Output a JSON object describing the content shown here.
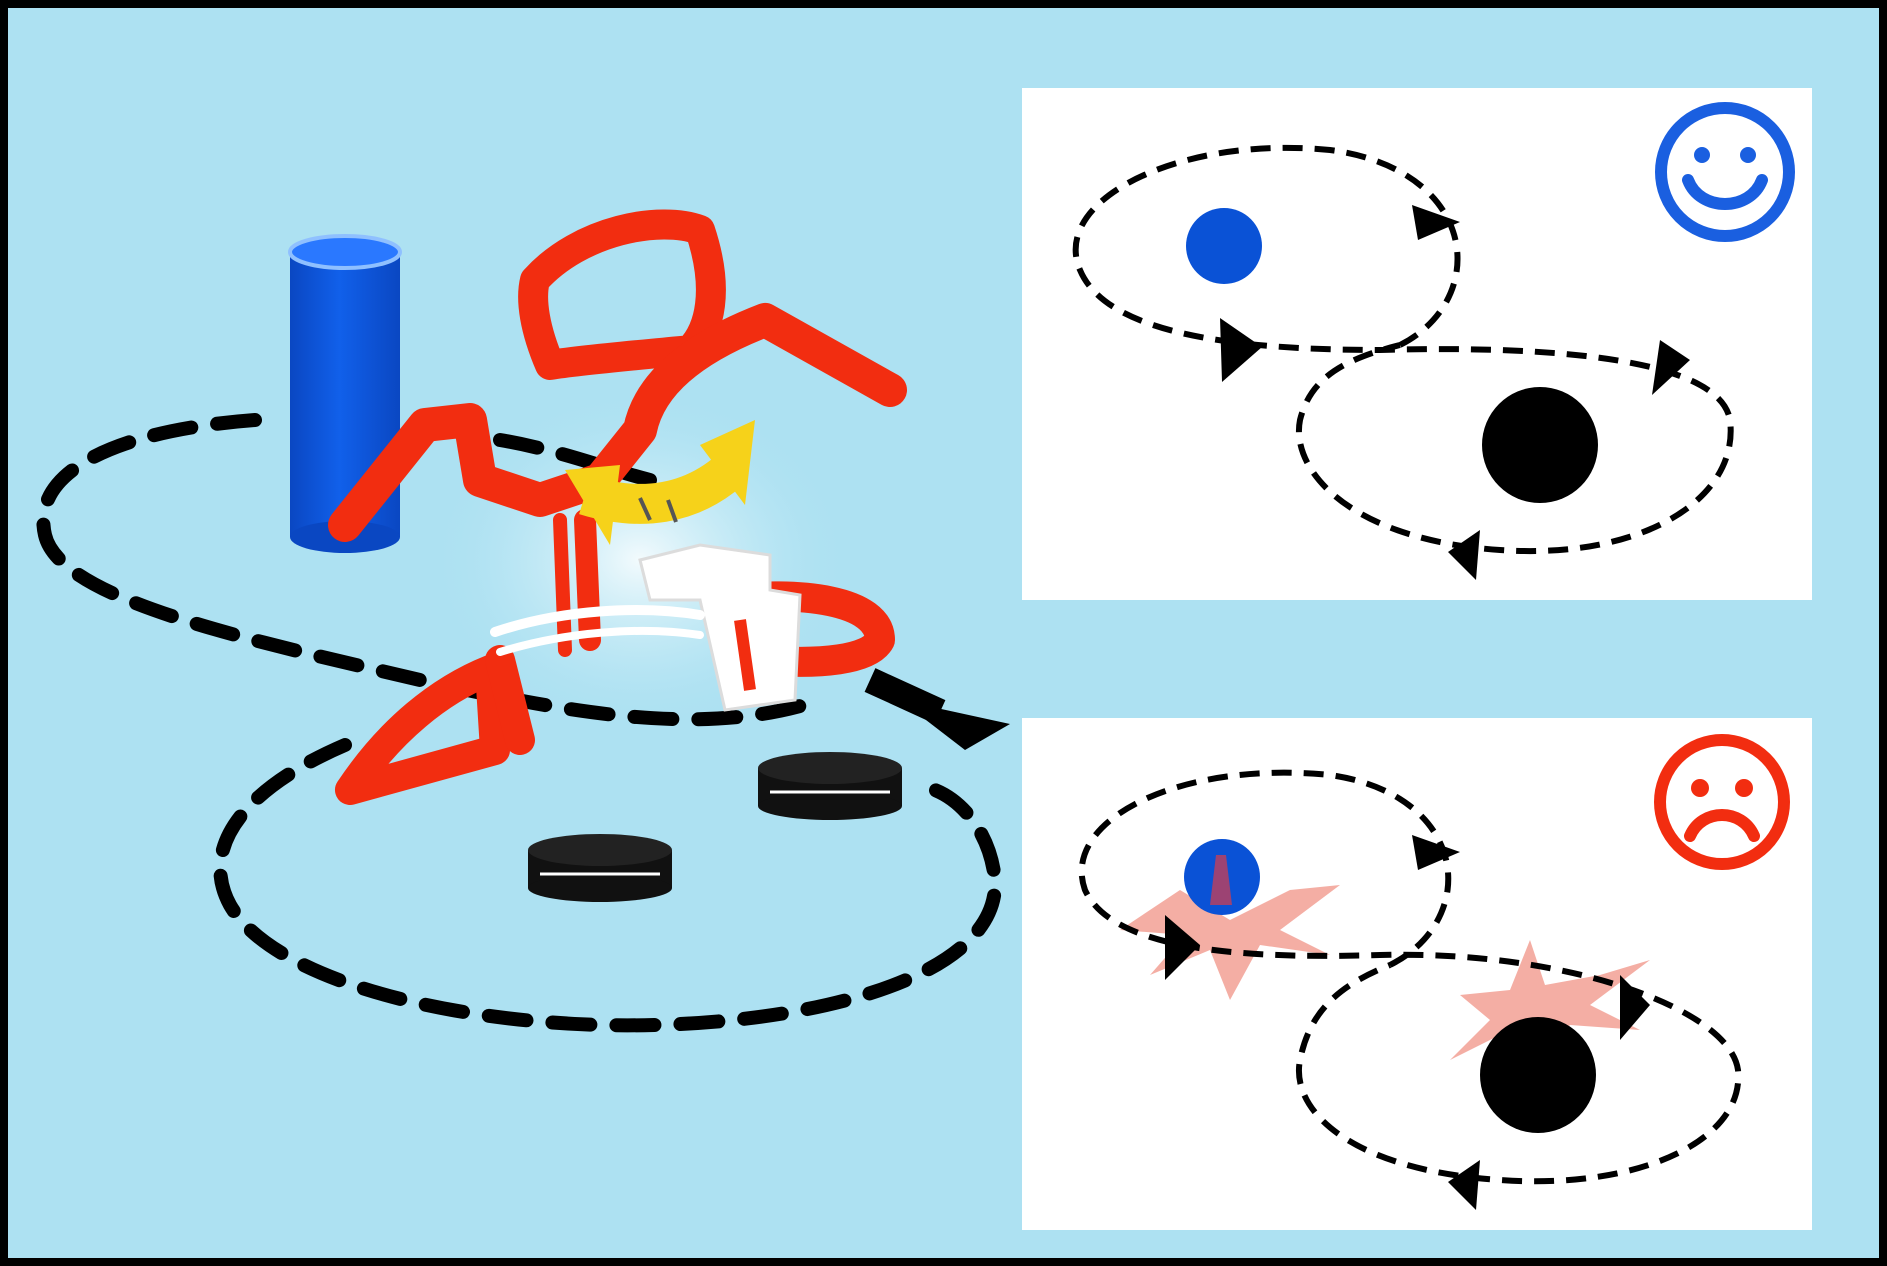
{
  "figure": {
    "background_color": "#ade1f2",
    "border_color": "#000000",
    "left_scene": {
      "description_icons": [
        "blue-cylinder",
        "red-structure",
        "yellow-curved-arrow",
        "white-bracket",
        "black-pucks",
        "dashed-figure-eight-path",
        "black-direction-arrow"
      ],
      "colors": {
        "cylinder": "#0a52d6",
        "structure": "#f22d10",
        "arrow": "#f6d21a",
        "puck": "#111111"
      }
    },
    "top_panel": {
      "mood_icon": "happy-face-icon",
      "mood_color": "#1a5fe0",
      "small_body_color": "#0a52d6",
      "large_body_color": "#000000",
      "path": "smooth-figure-eight-orbit"
    },
    "bottom_panel": {
      "mood_icon": "sad-face-icon",
      "mood_color": "#f22d10",
      "small_body_color": "#0a52d6",
      "large_body_color": "#000000",
      "disturbance_color": "#f3a59a",
      "path": "disturbed-figure-eight-orbit"
    }
  }
}
